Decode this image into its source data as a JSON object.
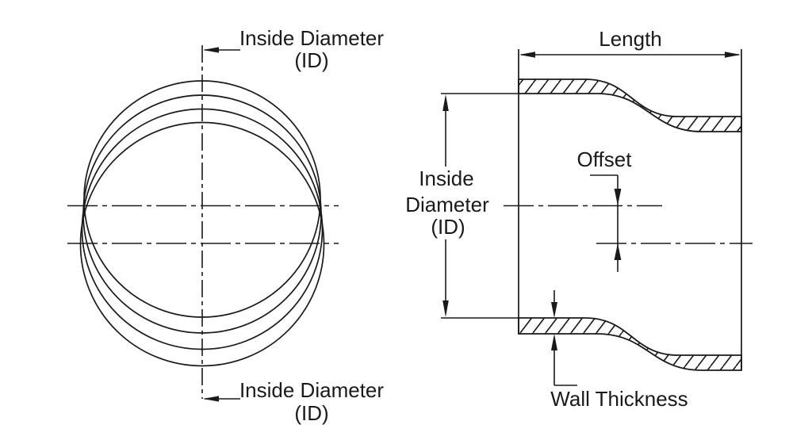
{
  "figure": {
    "background_color": "#ffffff",
    "line_color": "#1a1a1a",
    "front_view": {
      "top_label": {
        "line1": "Inside Diameter",
        "line2": "(ID)"
      },
      "bottom_label": {
        "line1": "Inside Diameter",
        "line2": "(ID)"
      }
    },
    "side_view": {
      "length_label": "Length",
      "id_label": {
        "line1": "Inside",
        "line2": "Diameter",
        "line3": "(ID)"
      },
      "offset_label": "Offset",
      "wall_thickness_label": "Wall Thickness"
    }
  }
}
